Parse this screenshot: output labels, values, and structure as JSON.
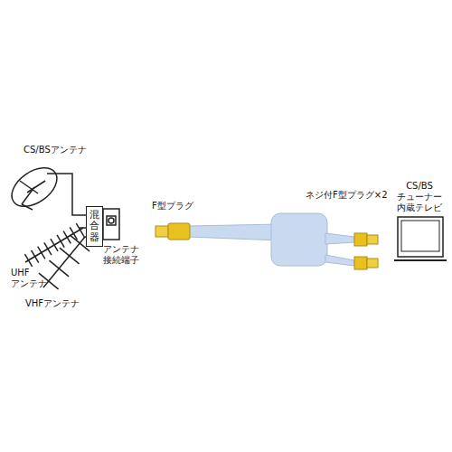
{
  "diagram": {
    "nodes": [
      {
        "text": [
          "混合器"
        ]
      }
    ],
    "labels": [
      "CS/BSアンテナ",
      "UHF アンテナ",
      "VHFアンテナ",
      "アンテナ 接続端子",
      "F型プラグ",
      "ネジ付F型プラグ×2",
      "CS/BS チューナー 内蔵テレビ"
    ]
  }
}
